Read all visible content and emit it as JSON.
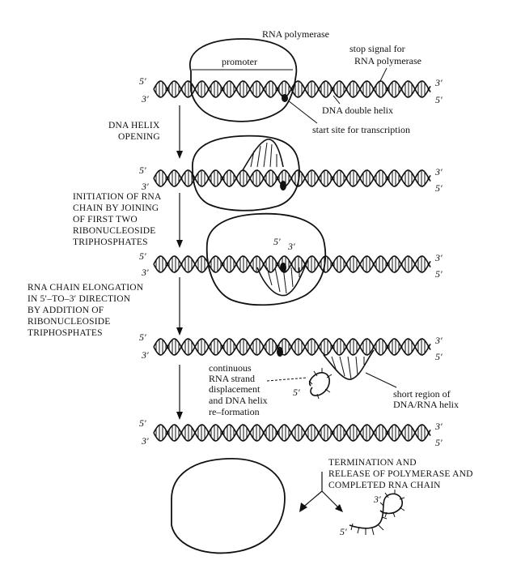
{
  "labels": {
    "rna_polymerase": "RNA polymerase",
    "promoter": "promoter",
    "stop_signal_1": "stop signal for",
    "stop_signal_2": "RNA polymerase",
    "dna_double_helix": "DNA double helix",
    "start_site": "start site for transcription",
    "continuous_1": "continuous",
    "continuous_2": "RNA strand",
    "continuous_3": "displacement",
    "continuous_4": "and DNA helix",
    "continuous_5": "re–formation",
    "short_region_1": "short region of",
    "short_region_2": "DNA/RNA helix"
  },
  "steps": {
    "opening_1": "DNA HELIX",
    "opening_2": "OPENING",
    "initiation_1": "INITIATION OF RNA",
    "initiation_2": "CHAIN BY JOINING",
    "initiation_3": "OF FIRST TWO",
    "initiation_4": "RIBONUCLEOSIDE",
    "initiation_5": "TRIPHOSPHATES",
    "elongation_1": "RNA CHAIN ELONGATION",
    "elongation_2": "IN 5′–TO–3′ DIRECTION",
    "elongation_3": "BY ADDITION OF",
    "elongation_4": "RIBONUCLEOSIDE",
    "elongation_5": "TRIPHOSPHATES",
    "termination_1": "TERMINATION AND",
    "termination_2": "RELEASE OF POLYMERASE AND",
    "termination_3": "COMPLETED RNA CHAIN"
  },
  "ends": {
    "five": "5′",
    "three": "3′"
  }
}
